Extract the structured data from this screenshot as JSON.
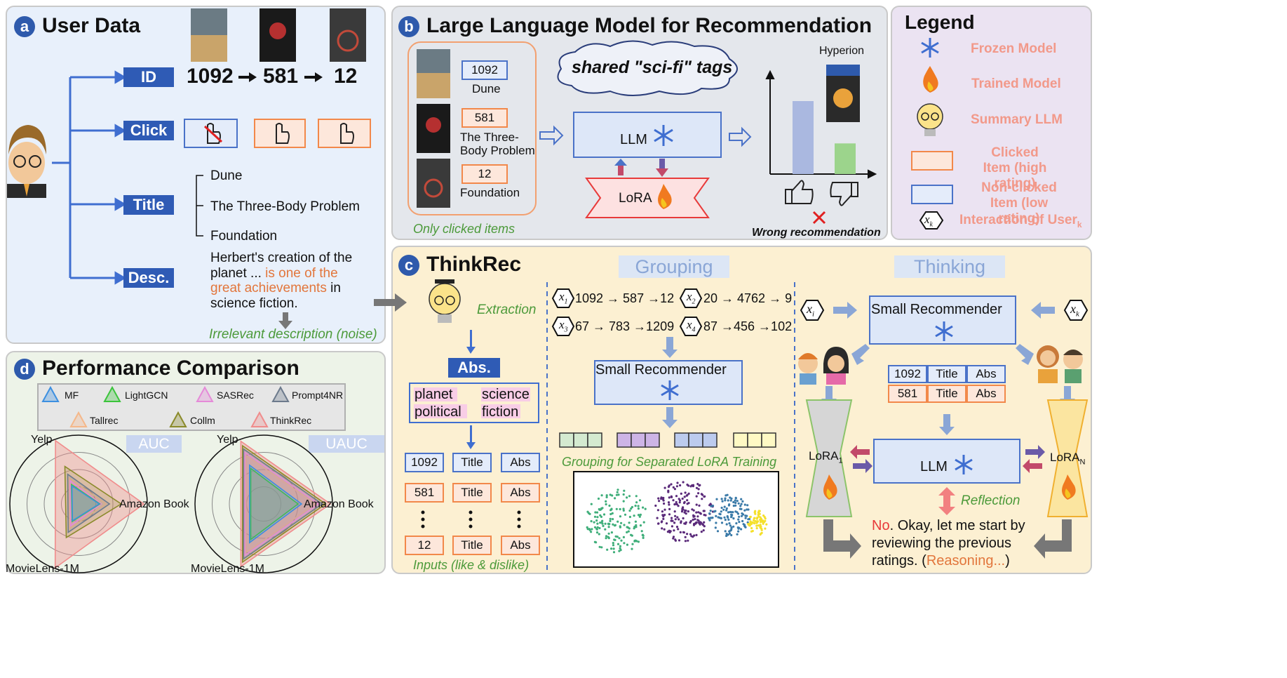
{
  "panel_a": {
    "letter": "a",
    "title": "User Data",
    "id_label": "ID",
    "click_label": "Click",
    "title_label": "Title",
    "desc_label": "Desc.",
    "seq": [
      "1092",
      "581",
      "12"
    ],
    "book_titles": [
      "Dune",
      "The Three-Body Problem",
      "Foundation"
    ],
    "desc_part1": "Herbert's creation of the",
    "desc_part2": "planet ... ",
    "desc_hl1": "is one of the",
    "desc_hl2": "great achievements",
    "desc_part3": " in",
    "desc_part4": "science fiction.",
    "noise_caption": "Irrelevant description (noise)"
  },
  "panel_b": {
    "letter": "b",
    "title": "Large Language Model for Recommendation",
    "items": [
      {
        "id": "1092",
        "name": "Dune"
      },
      {
        "id": "581",
        "name": "The Three-Body Problem"
      },
      {
        "id": "12",
        "name": "Foundation"
      }
    ],
    "clicked_caption": "Only clicked items",
    "cloud_text": "shared \"sci-fi\" tags",
    "llm_label": "LLM",
    "lora_label": "LoRA",
    "hyperion_label": "Hyperion",
    "wrong_caption": "Wrong recommendation",
    "bar_values": [
      1.0,
      0.42
    ]
  },
  "legend": {
    "title": "Legend",
    "items": [
      "Frozen Model",
      "Trained Model",
      "Summary LLM",
      "Clicked Item (high rating)",
      "Non-clicked Item (low rating)",
      "Interaction of User"
    ],
    "subscript": "k"
  },
  "panel_c": {
    "letter": "c",
    "title": "ThinkRec",
    "grouping_label": "Grouping",
    "thinking_label": "Thinking",
    "extraction_label": "Extraction",
    "abs_label": "Abs.",
    "keywords": [
      "planet",
      "science",
      "political",
      "fiction"
    ],
    "input_rows": [
      {
        "id": "1092",
        "title": "Title",
        "abs": "Abs"
      },
      {
        "id": "581",
        "title": "Title",
        "abs": "Abs"
      },
      {
        "id": "12",
        "title": "Title",
        "abs": "Abs"
      }
    ],
    "inputs_caption": "Inputs (like & dislike)",
    "sequences": [
      {
        "user": "1",
        "seq": "1092 → 587 →12"
      },
      {
        "user": "2",
        "seq": "20 → 4762 → 9"
      },
      {
        "user": "3",
        "seq": "67 → 783 →1209"
      },
      {
        "user": "4",
        "seq": "87 →456 →102"
      }
    ],
    "small_rec_label": "Small Recommender",
    "grouping_caption": "Grouping for Separated LoRA Training",
    "user_i": "i",
    "user_k": "k",
    "table_rows": [
      {
        "id": "1092",
        "title": "Title",
        "abs": "Abs"
      },
      {
        "id": "581",
        "title": "Title",
        "abs": "Abs"
      }
    ],
    "lora_1": "LoRA",
    "lora_1_sub": "1",
    "lora_n": "LoRA",
    "lora_n_sub": "N",
    "llm_label": "LLM",
    "reflection_label": "Reflection",
    "reason_no": "No",
    "reason_text1": ". Okay, let me start by",
    "reason_text2": "reviewing the previous",
    "reason_text3": "ratings. (",
    "reason_hl": "Reasoning...",
    "reason_text4": ")"
  },
  "panel_d": {
    "letter": "d",
    "title": "Performance Comparison",
    "legend_items": [
      "MF",
      "LightGCN",
      "SASRec",
      "Prompt4NR",
      "Tallrec",
      "Collm",
      "ThinkRec"
    ],
    "legend_colors": [
      "#3c8fe0",
      "#3cc43c",
      "#e58ad8",
      "#6c7a8c",
      "#f5b88a",
      "#8a8a2a",
      "#f08c8c"
    ],
    "axes": [
      "Yelp",
      "Amazon Book",
      "MovieLens-1M"
    ],
    "charts": [
      {
        "metric": "AUC",
        "series": [
          {
            "name": "MF",
            "values": [
              0.28,
              0.3,
              0.26
            ]
          },
          {
            "name": "LightGCN",
            "values": [
              0.3,
              0.31,
              0.27
            ]
          },
          {
            "name": "SASRec",
            "values": [
              0.36,
              0.33,
              0.34
            ]
          },
          {
            "name": "Prompt4NR",
            "values": [
              0.46,
              0.45,
              0.44
            ]
          },
          {
            "name": "Tallrec",
            "values": [
              0.4,
              0.4,
              0.38
            ]
          },
          {
            "name": "Collm",
            "values": [
              0.58,
              0.62,
              0.52
            ]
          },
          {
            "name": "ThinkRec",
            "values": [
              0.98,
              0.95,
              0.99
            ]
          }
        ]
      },
      {
        "metric": "UAUC",
        "series": [
          {
            "name": "MF",
            "values": [
              0.6,
              0.55,
              0.6
            ]
          },
          {
            "name": "LightGCN",
            "values": [
              0.55,
              0.5,
              0.55
            ]
          },
          {
            "name": "SASRec",
            "values": [
              0.8,
              0.8,
              0.8
            ]
          },
          {
            "name": "Prompt4NR",
            "values": [
              0.85,
              0.85,
              0.85
            ]
          },
          {
            "name": "Tallrec",
            "values": [
              0.75,
              0.75,
              0.75
            ]
          },
          {
            "name": "Collm",
            "values": [
              0.9,
              0.9,
              0.9
            ]
          },
          {
            "name": "ThinkRec",
            "values": [
              0.97,
              0.97,
              0.97
            ]
          }
        ]
      }
    ]
  }
}
